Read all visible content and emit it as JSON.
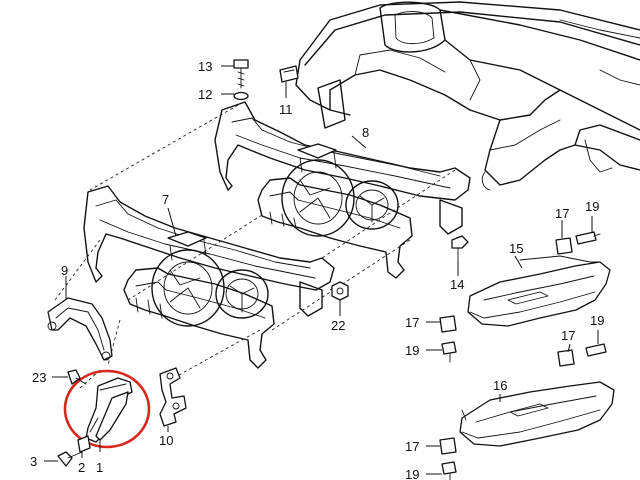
{
  "callouts": [
    {
      "id": "c1",
      "label": "1"
    },
    {
      "id": "c2",
      "label": "2"
    },
    {
      "id": "c3",
      "label": "3"
    },
    {
      "id": "c7",
      "label": "7"
    },
    {
      "id": "c8",
      "label": "8"
    },
    {
      "id": "c9",
      "label": "9"
    },
    {
      "id": "c10",
      "label": "10"
    },
    {
      "id": "c11",
      "label": "11"
    },
    {
      "id": "c12",
      "label": "12"
    },
    {
      "id": "c13",
      "label": "13"
    },
    {
      "id": "c14",
      "label": "14"
    },
    {
      "id": "c15",
      "label": "15"
    },
    {
      "id": "c16",
      "label": "16"
    },
    {
      "id": "c17a",
      "label": "17"
    },
    {
      "id": "c17b",
      "label": "17"
    },
    {
      "id": "c17c",
      "label": "17"
    },
    {
      "id": "c17d",
      "label": "17"
    },
    {
      "id": "c19a",
      "label": "19"
    },
    {
      "id": "c19b",
      "label": "19"
    },
    {
      "id": "c19c",
      "label": "19"
    },
    {
      "id": "c19d",
      "label": "19"
    },
    {
      "id": "c22",
      "label": "22"
    },
    {
      "id": "c23",
      "label": "23"
    }
  ],
  "colors": {
    "line": "#111111",
    "highlight": "#d9261c",
    "background": "#ffffff"
  }
}
